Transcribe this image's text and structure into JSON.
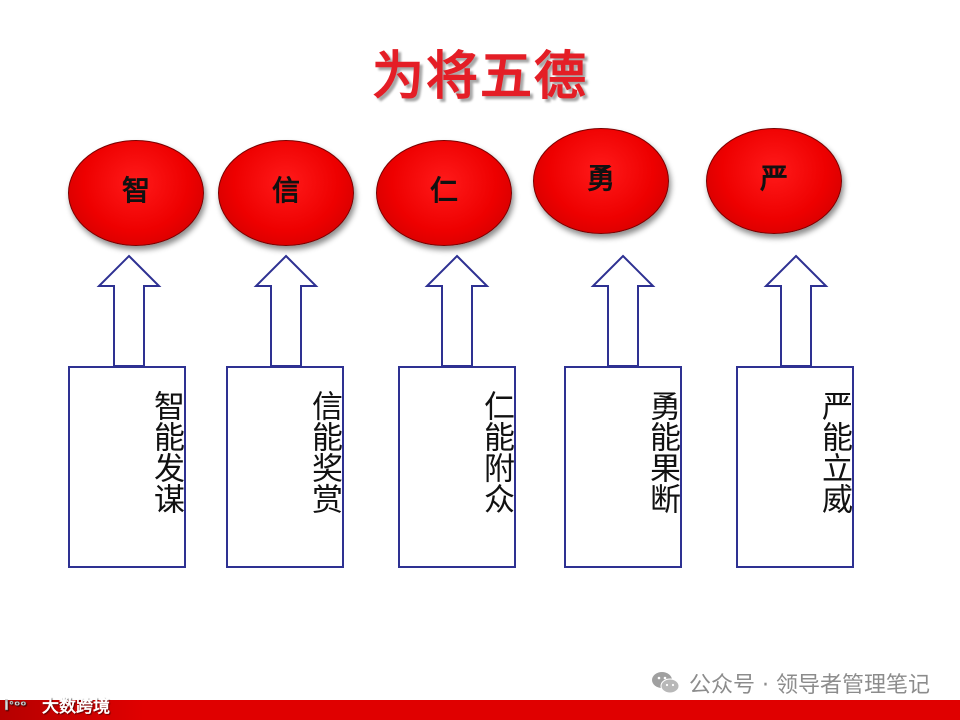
{
  "title": "为将五德",
  "virtues": [
    {
      "oval": "智",
      "box": "智能发谋"
    },
    {
      "oval": "信",
      "box": "信能奖赏"
    },
    {
      "oval": "仁",
      "box": "仁能附众"
    },
    {
      "oval": "勇",
      "box": "勇能果断"
    },
    {
      "oval": "严",
      "box": "严能立威"
    }
  ],
  "watermark_right": "公众号 · 领导者管理笔记",
  "watermark_left": "大数跨境",
  "colors": {
    "title": "#e41e26",
    "oval": "#ee0000",
    "box_border": "#2e3192",
    "footer": "#e00000"
  }
}
